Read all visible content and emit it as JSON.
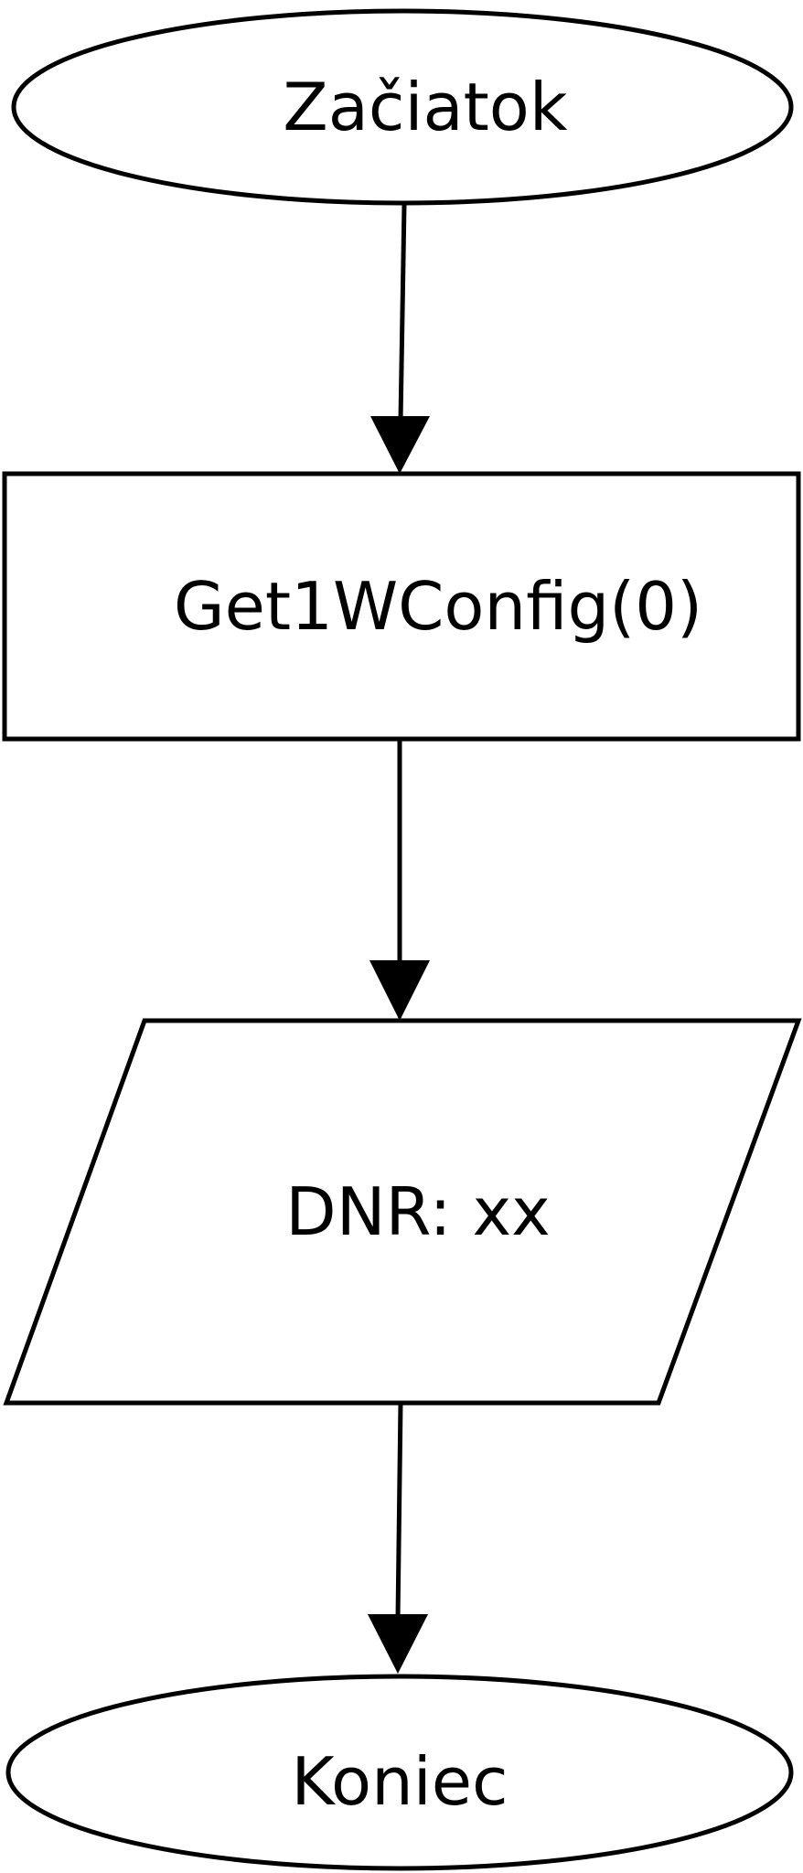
{
  "flowchart": {
    "nodes": [
      {
        "id": "start",
        "shape": "ellipse",
        "label": "Začiatok"
      },
      {
        "id": "process",
        "shape": "rectangle",
        "label": "Get1WConfig(0)"
      },
      {
        "id": "output",
        "shape": "parallelogram",
        "label": "DNR: xx"
      },
      {
        "id": "end",
        "shape": "ellipse",
        "label": "Koniec"
      }
    ],
    "edges": [
      {
        "from": "start",
        "to": "process"
      },
      {
        "from": "process",
        "to": "output"
      },
      {
        "from": "output",
        "to": "end"
      }
    ]
  }
}
